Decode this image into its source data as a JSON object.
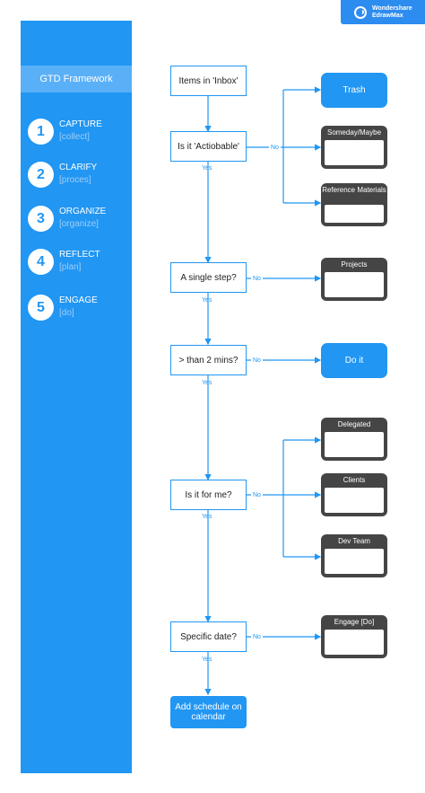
{
  "badge": {
    "line1": "Wondershare",
    "line2": "EdrawMax"
  },
  "sidebar": {
    "title": "GTD Framework",
    "steps": [
      {
        "num": "1",
        "label": "CAPTURE",
        "sub": "[collect]"
      },
      {
        "num": "2",
        "label": "CLARIFY",
        "sub": "[proces]"
      },
      {
        "num": "3",
        "label": "ORGANIZE",
        "sub": "[organize]"
      },
      {
        "num": "4",
        "label": "REFLECT",
        "sub": "[plan]"
      },
      {
        "num": "5",
        "label": "ENGAGE",
        "sub": "[do]"
      }
    ]
  },
  "flow": {
    "inbox": "Items in 'Inbox'",
    "actionable": "Is it 'Actiobable'",
    "single_step": "A single step?",
    "two_mins": "> than 2 mins?",
    "for_me": "Is it for me?",
    "specific_date": "Specific date?",
    "schedule": "Add schedule on calendar"
  },
  "outcomes": {
    "trash": "Trash",
    "someday": "Someday/Maybe",
    "reference": "Reference Materials",
    "projects": "Projects",
    "do_it": "Do it",
    "delegated": "Delegated",
    "clients": "Clients",
    "dev_team": "Dev Team",
    "engage_do": "Engage [Do]"
  },
  "labels": {
    "yes": "Yes",
    "no": "No"
  },
  "colors": {
    "accent": "#2196f3",
    "dark_box": "#454545"
  }
}
